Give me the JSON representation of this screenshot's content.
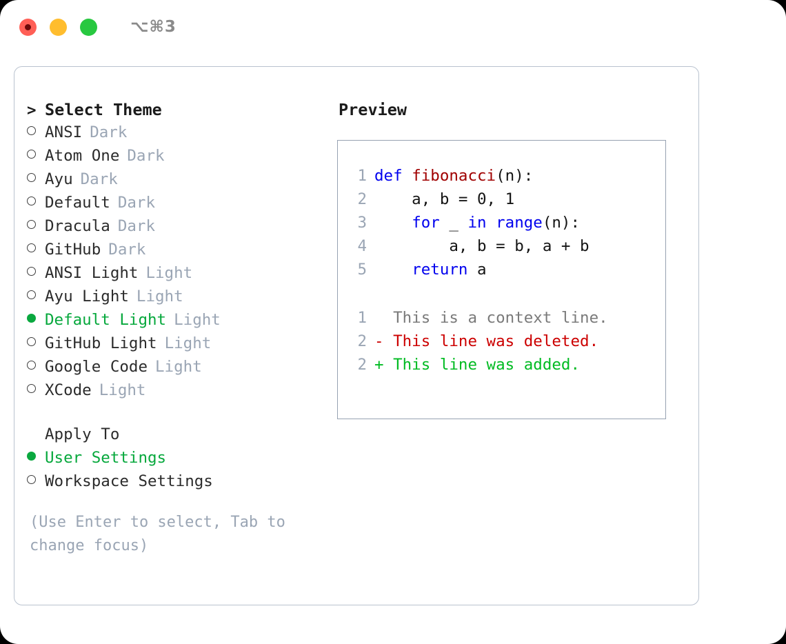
{
  "titlebar": {
    "shortcut": "⌥⌘3",
    "lights": [
      {
        "name": "close",
        "color": "#ff5f56"
      },
      {
        "name": "minimize",
        "color": "#ffbd2e"
      },
      {
        "name": "zoom",
        "color": "#28c840"
      }
    ]
  },
  "theme_picker": {
    "header": "Select Theme",
    "caret": ">",
    "marker_selected": "●",
    "marker_unselected": "○",
    "items": [
      {
        "label": "ANSI",
        "tag": "Dark",
        "selected": false
      },
      {
        "label": "Atom One",
        "tag": "Dark",
        "selected": false
      },
      {
        "label": "Ayu",
        "tag": "Dark",
        "selected": false
      },
      {
        "label": "Default",
        "tag": "Dark",
        "selected": false
      },
      {
        "label": "Dracula",
        "tag": "Dark",
        "selected": false
      },
      {
        "label": "GitHub",
        "tag": "Dark",
        "selected": false
      },
      {
        "label": "ANSI Light",
        "tag": "Light",
        "selected": false
      },
      {
        "label": "Ayu Light",
        "tag": "Light",
        "selected": false
      },
      {
        "label": "Default Light",
        "tag": "Light",
        "selected": true
      },
      {
        "label": "GitHub Light",
        "tag": "Light",
        "selected": false
      },
      {
        "label": "Google Code",
        "tag": "Light",
        "selected": false
      },
      {
        "label": "XCode",
        "tag": "Light",
        "selected": false
      }
    ]
  },
  "apply_to": {
    "header": "Apply To",
    "items": [
      {
        "label": "User Settings",
        "selected": true
      },
      {
        "label": "Workspace Settings",
        "selected": false
      }
    ]
  },
  "hint": "(Use Enter to select, Tab to change focus)",
  "preview": {
    "title": "Preview",
    "code_lines": [
      {
        "no": "1",
        "segments": [
          {
            "text": "def ",
            "style": "kw"
          },
          {
            "text": "fibonacci",
            "style": "fn"
          },
          {
            "text": "(n):",
            "style": "plain"
          }
        ]
      },
      {
        "no": "2",
        "segments": [
          {
            "text": "    a, b = 0, 1",
            "style": "plain"
          }
        ]
      },
      {
        "no": "3",
        "segments": [
          {
            "text": "    ",
            "style": "plain"
          },
          {
            "text": "for",
            "style": "kw"
          },
          {
            "text": " _ ",
            "style": "plain"
          },
          {
            "text": "in",
            "style": "kw"
          },
          {
            "text": " ",
            "style": "plain"
          },
          {
            "text": "range",
            "style": "kw"
          },
          {
            "text": "(n):",
            "style": "plain"
          }
        ]
      },
      {
        "no": "4",
        "segments": [
          {
            "text": "        a, b = b, a + b",
            "style": "plain"
          }
        ]
      },
      {
        "no": "5",
        "segments": [
          {
            "text": "    ",
            "style": "plain"
          },
          {
            "text": "return",
            "style": "kw"
          },
          {
            "text": " a",
            "style": "plain"
          }
        ]
      }
    ],
    "diff_lines": [
      {
        "no": "1",
        "sign": " ",
        "text": "This is a context line.",
        "kind": "context"
      },
      {
        "no": "2",
        "sign": "-",
        "text": "This line was deleted.",
        "kind": "deleted"
      },
      {
        "no": "2",
        "sign": "+",
        "text": "This line was added.",
        "kind": "added"
      }
    ]
  },
  "colors": {
    "accent_green": "#0aa83f",
    "muted": "#9aa5b4",
    "keyword_blue": "#0000ee",
    "function_red": "#a00000",
    "diff_delete": "#cc0000",
    "diff_add": "#00bb22",
    "border": "#b9c2cf"
  }
}
